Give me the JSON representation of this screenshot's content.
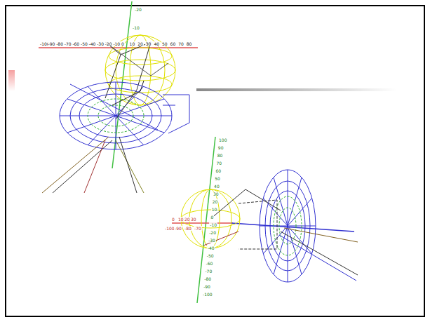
{
  "diagram": {
    "labels": [
      "-100",
      "-90",
      "-80",
      "-70",
      "-60",
      "-50",
      "-40",
      "-30",
      "-20",
      "-10",
      "0",
      "10",
      "20",
      "30",
      "40",
      "50",
      "60",
      "70",
      "80",
      "-20",
      "-10",
      "100",
      "90",
      "80",
      "70",
      "60",
      "50",
      "40",
      "30",
      "20",
      "10",
      "0",
      "-10",
      "-20",
      "-30",
      "-40",
      "-50",
      "-60",
      "-70",
      "-80",
      "-90",
      "-100",
      "0",
      "10",
      "20",
      "30",
      "-100",
      "-90",
      "-80",
      "-70"
    ]
  }
}
